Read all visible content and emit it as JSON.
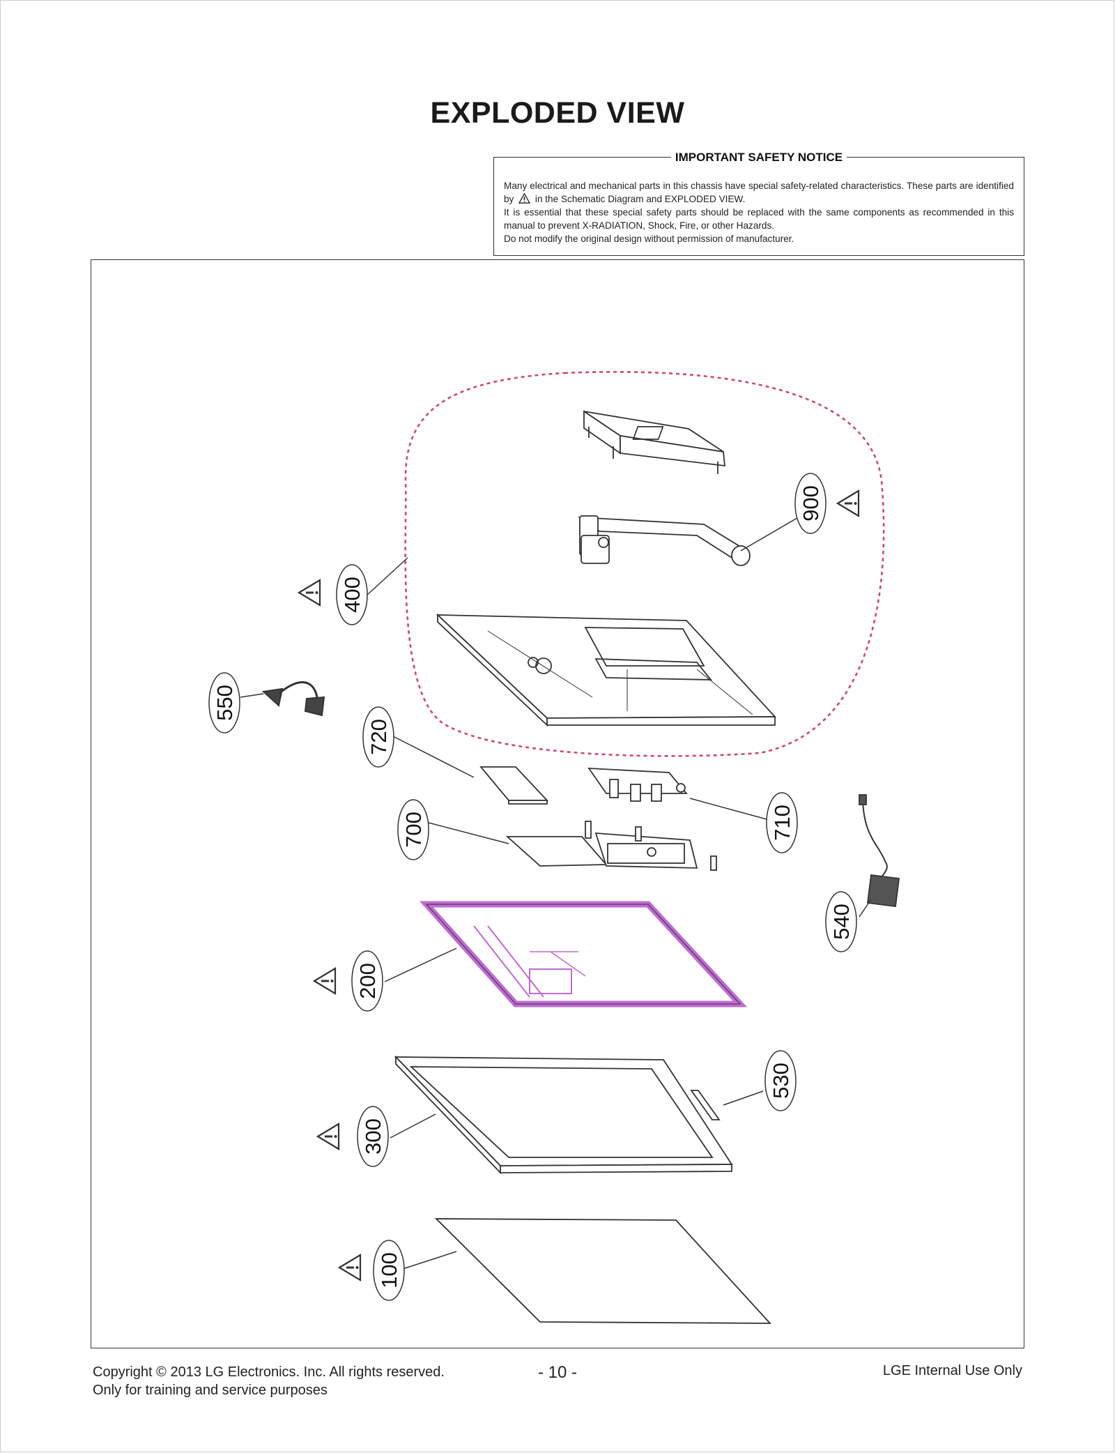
{
  "title": "EXPLODED VIEW",
  "safety_notice": {
    "heading": "IMPORTANT SAFETY NOTICE",
    "line1": "Many electrical and mechanical parts in this chassis have special safety-related characteristics. These parts are identified by",
    "line1_end": "in the Schematic Diagram and EXPLODED VIEW.",
    "line2": "It is essential that these special safety parts should be replaced with the same components as recommended in this manual to prevent X-RADIATION, Shock, Fire, or other Hazards.",
    "line3": "Do not modify the original design without permission of manufacturer."
  },
  "parts": [
    {
      "id": "400",
      "label": "400",
      "safety": true
    },
    {
      "id": "900",
      "label": "900",
      "safety": true
    },
    {
      "id": "550",
      "label": "550",
      "safety": false
    },
    {
      "id": "720",
      "label": "720",
      "safety": false
    },
    {
      "id": "700",
      "label": "700",
      "safety": false
    },
    {
      "id": "710",
      "label": "710",
      "safety": false
    },
    {
      "id": "540",
      "label": "540",
      "safety": false
    },
    {
      "id": "200",
      "label": "200",
      "safety": true
    },
    {
      "id": "300",
      "label": "300",
      "safety": true
    },
    {
      "id": "530",
      "label": "530",
      "safety": false
    },
    {
      "id": "100",
      "label": "100",
      "safety": true
    }
  ],
  "colors": {
    "outline": "#333333",
    "group_dashed": "#d04a6a",
    "highlight_panel": "#c06ad4"
  },
  "footer": {
    "copyright": "Copyright  © 2013  LG Electronics. Inc. All rights reserved.",
    "purpose": "Only for training and service purposes",
    "page": "- 10 -",
    "internal": "LGE Internal Use Only"
  }
}
